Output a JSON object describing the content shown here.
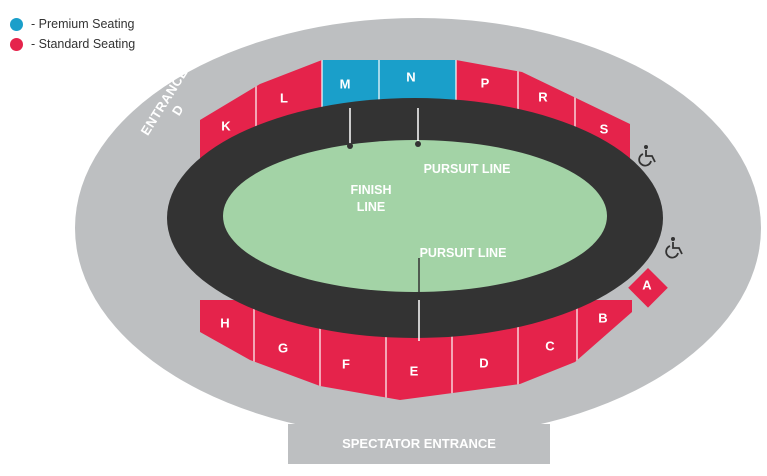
{
  "legend": {
    "premium": {
      "label": "- Premium Seating",
      "color": "#1a9fca"
    },
    "standard": {
      "label": "- Standard Seating",
      "color": "#e5234b"
    }
  },
  "colors": {
    "outer": "#bdbfc1",
    "track": "#333333",
    "infield": "#a3d3a6",
    "divider": "#ffffff"
  },
  "sections": {
    "K": "K",
    "L": "L",
    "M": "M",
    "N": "N",
    "P": "P",
    "R": "R",
    "S": "S",
    "H": "H",
    "G": "G",
    "F": "F",
    "E": "E",
    "D": "D",
    "C": "C",
    "B": "B",
    "A": "A"
  },
  "labels": {
    "entrance_d_line1": "ENTRANCE",
    "entrance_d_line2": "D",
    "finish_line_1": "FINISH",
    "finish_line_2": "LINE",
    "pursuit_line_top": "PURSUIT LINE",
    "pursuit_line_bottom": "PURSUIT LINE",
    "spectator_entrance": "SPECTATOR ENTRANCE"
  },
  "icons": {
    "accessible_upper": "wheelchair-icon",
    "accessible_right": "wheelchair-icon"
  }
}
